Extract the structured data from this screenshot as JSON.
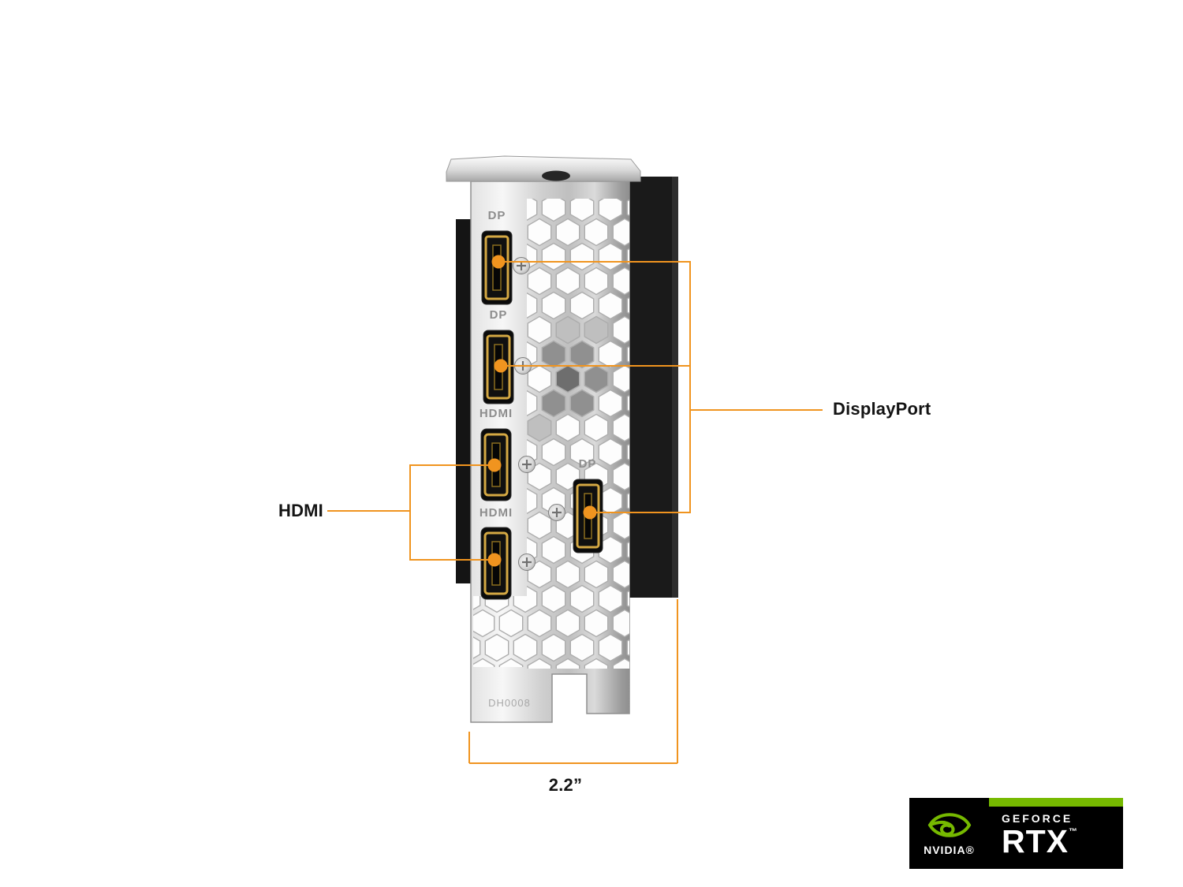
{
  "colors": {
    "accent": "#F0941F",
    "nvidia_green": "#76B900",
    "bracket_silver": "#cfcfcf"
  },
  "diagram": {
    "ports": [
      {
        "id": "dp-1",
        "label": "DP"
      },
      {
        "id": "dp-2",
        "label": "DP"
      },
      {
        "id": "hdmi-1",
        "label": "HDMI"
      },
      {
        "id": "dp-3",
        "label": "DP"
      },
      {
        "id": "hdmi-2",
        "label": "HDMI"
      }
    ],
    "bracket_code": "DH0008",
    "callouts": {
      "displayport": "DisplayPort",
      "hdmi": "HDMI"
    },
    "dimension_label": "2.2”"
  },
  "badge": {
    "nvidia_wordmark": "NVIDIA®",
    "series": "GEFORCE",
    "model": "RTX",
    "trademark": "™"
  }
}
